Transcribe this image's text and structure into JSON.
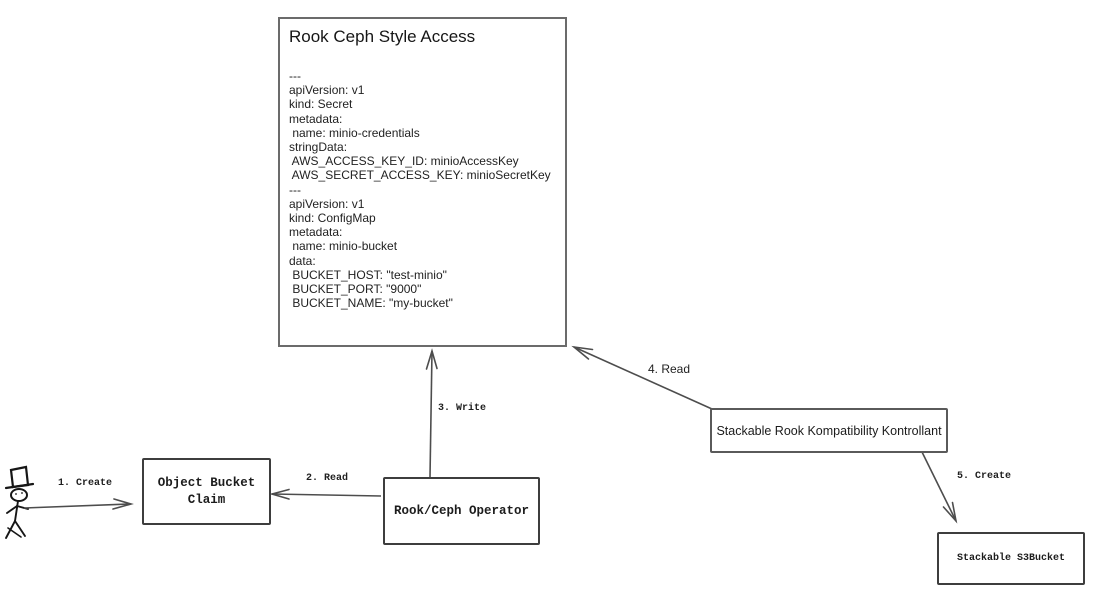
{
  "nodes": {
    "rook_ceph_style_access": {
      "title": "Rook Ceph Style Access",
      "yaml": "---\napiVersion: v1\nkind: Secret\nmetadata:\n name: minio-credentials\nstringData:\n AWS_ACCESS_KEY_ID: minioAccessKey\n AWS_SECRET_ACCESS_KEY: minioSecretKey\n---\napiVersion: v1\nkind: ConfigMap\nmetadata:\n name: minio-bucket\ndata:\n BUCKET_HOST: \"test-minio\"\n BUCKET_PORT: \"9000\"\n BUCKET_NAME: \"my-bucket\""
    },
    "object_bucket_claim": {
      "label": "Object Bucket\nClaim"
    },
    "rook_ceph_operator": {
      "label": "Rook/Ceph Operator"
    },
    "stackable_kontrollant": {
      "label": "Stackable Rook Kompatibility Kontrollant"
    },
    "stackable_s3bucket": {
      "label": "Stackable S3Bucket"
    }
  },
  "actors": {
    "user": {
      "icon": "stick-figure-with-top-hat"
    }
  },
  "arrows": [
    {
      "label": "1. Create",
      "from": "user",
      "to": "object_bucket_claim"
    },
    {
      "label": "2. Read",
      "from": "rook_ceph_operator",
      "to": "object_bucket_claim"
    },
    {
      "label": "3. Write",
      "from": "rook_ceph_operator",
      "to": "rook_ceph_style_access"
    },
    {
      "label": "4. Read",
      "from": "stackable_kontrollant",
      "to": "rook_ceph_style_access"
    },
    {
      "label": "5. Create",
      "from": "stackable_kontrollant",
      "to": "stackable_s3bucket"
    }
  ],
  "colors": {
    "background": "#ffffff",
    "line_stroke": "#4d4d4d",
    "box_border_dark": "#3d3d3d",
    "box_border_gray": "#6b6b6b",
    "text": "#1c1c1c"
  }
}
